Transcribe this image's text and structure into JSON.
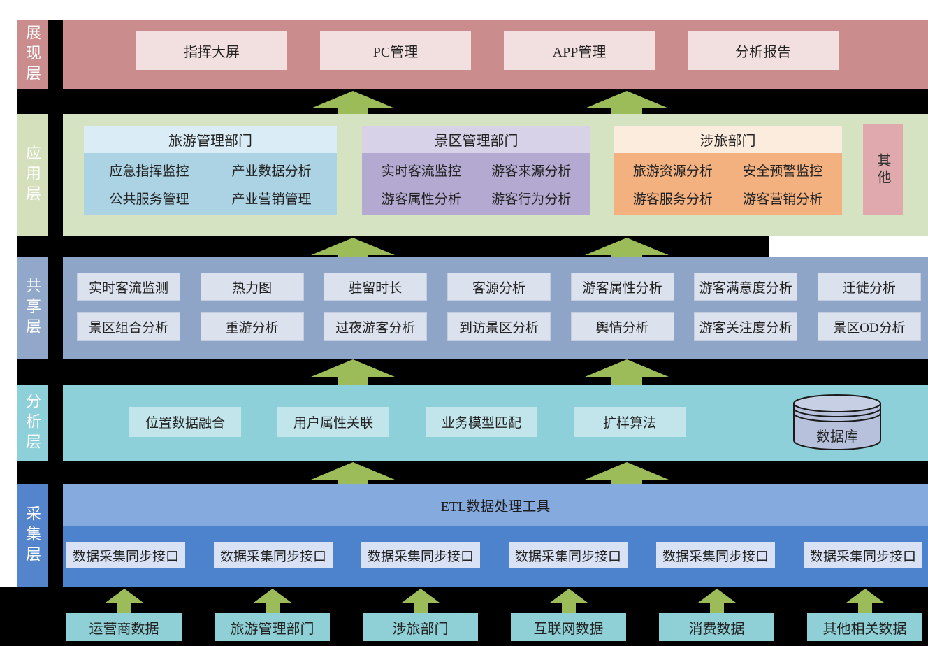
{
  "layers": {
    "presentation": {
      "label": "展现层",
      "items": [
        "指挥大屏",
        "PC管理",
        "APP管理",
        "分析报告"
      ]
    },
    "application": {
      "label": "应用层",
      "groups": {
        "tourism_admin": {
          "title": "旅游管理部门",
          "items": [
            "应急指挥监控",
            "产业数据分析",
            "公共服务管理",
            "产业营销管理"
          ]
        },
        "scenic_admin": {
          "title": "景区管理部门",
          "items": [
            "实时客流监控",
            "游客来源分析",
            "游客属性分析",
            "游客行为分析"
          ]
        },
        "tourism_related": {
          "title": "涉旅部门",
          "items": [
            "旅游资源分析",
            "安全预警监控",
            "游客服务分析",
            "游客营销分析"
          ]
        }
      },
      "other": "其他"
    },
    "sharing": {
      "label": "共享层",
      "row1": [
        "实时客流监测",
        "热力图",
        "驻留时长",
        "客源分析",
        "游客属性分析",
        "游客满意度分析",
        "迁徙分析"
      ],
      "row2": [
        "景区组合分析",
        "重游分析",
        "过夜游客分析",
        "到访景区分析",
        "舆情分析",
        "游客关注度分析",
        "景区OD分析"
      ]
    },
    "analysis": {
      "label": "分析层",
      "items": [
        "位置数据融合",
        "用户属性关联",
        "业务模型匹配",
        "扩样算法"
      ],
      "database": "数据库"
    },
    "collection": {
      "label": "采集层",
      "etl": "ETL数据处理工具",
      "interfaces": [
        "数据采集同步接口",
        "数据采集同步接口",
        "数据采集同步接口",
        "数据采集同步接口",
        "数据采集同步接口",
        "数据采集同步接口"
      ]
    },
    "sources": [
      "运营商数据",
      "旅游管理部门",
      "涉旅部门",
      "互联网数据",
      "消费数据",
      "其他相关数据"
    ]
  },
  "colors": {
    "background": "#000000",
    "margin_white": "#ffffff",
    "presentation_band": "#cb8c8d",
    "presentation_item": "#f2dfdf",
    "application_band": "#d6e3c2",
    "tourism_admin_header": "#daecf5",
    "tourism_admin_body": "#abd3e4",
    "scenic_admin_header": "#d8d2e8",
    "scenic_admin_body": "#b4aad1",
    "tourism_related_header": "#fcecdd",
    "tourism_related_body": "#f3b180",
    "other_box": "#dfa9ae",
    "sharing_band": "#8fa5c8",
    "sharing_item": "#dbe1ed",
    "analysis_band": "#8ed0da",
    "analysis_item": "#c2e5eb",
    "database_cylinder": "#b7c1dc",
    "collection_band": "#4d82cd",
    "etl_strip": "#85aade",
    "interface_item": "#d9e2f4",
    "source_box": "#8fd0d6",
    "arrow": "#9cbb59"
  }
}
